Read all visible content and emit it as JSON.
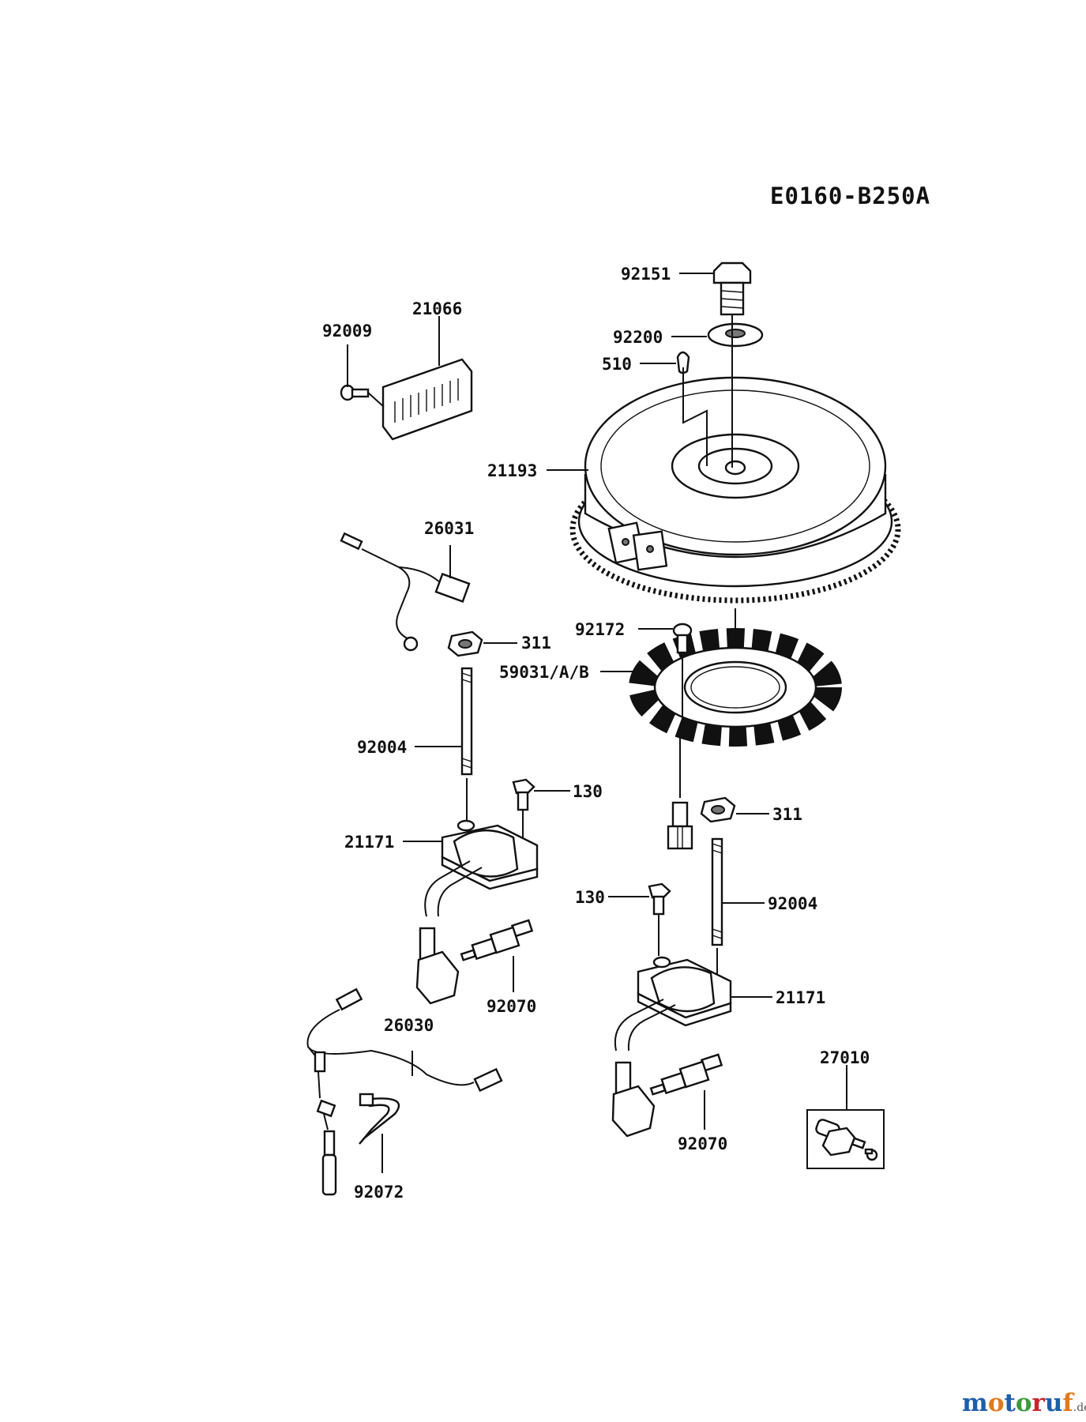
{
  "diagram": {
    "code": "E0160-B250A",
    "labels": {
      "p92151": "92151",
      "p92200": "92200",
      "p510": "510",
      "p21193": "21193",
      "p21066": "21066",
      "p92009": "92009",
      "p26031": "26031",
      "p311_a": "311",
      "p92172": "92172",
      "p59031": "59031/A/B",
      "p92004_a": "92004",
      "p130_a": "130",
      "p311_b": "311",
      "p21171_a": "21171",
      "p130_b": "130",
      "p92004_b": "92004",
      "p92070_a": "92070",
      "p21171_b": "21171",
      "p26030": "26030",
      "p27010": "27010",
      "p92070_b": "92070",
      "p92072": "92072"
    }
  },
  "watermark": {
    "text": "motoruf",
    "tld": ".de",
    "colors": {
      "m": "#1f5ea8",
      "o1": "#e07a1c",
      "t": "#1f5ea8",
      "o2": "#3c9a3c",
      "r": "#c8262e",
      "u": "#1f5ea8",
      "f": "#e07a1c"
    }
  }
}
